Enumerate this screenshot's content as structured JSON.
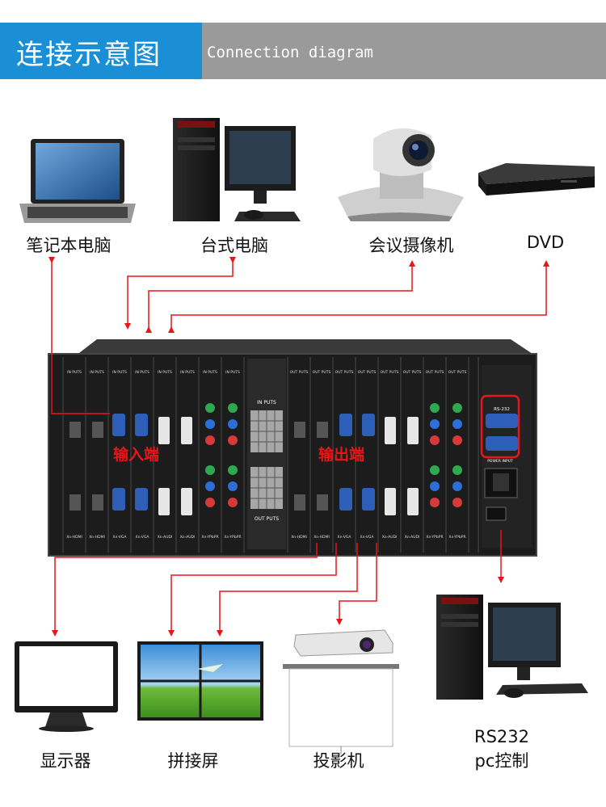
{
  "header": {
    "title_cn": "连接示意图",
    "title_en": "Connection diagram"
  },
  "inputs": {
    "laptop": "笔记本电脑",
    "desktop": "台式电脑",
    "camera": "会议摄像机",
    "dvd": "DVD"
  },
  "chassis": {
    "input_side": "输入端",
    "output_side": "输出端",
    "in_puts": "IN PUTS",
    "out_puts": "OUT PUTS",
    "rs232": "RS-232",
    "power_input": "POWER INPUT",
    "card_labels": [
      "IN PUTS",
      "IN PUTS",
      "IN PUTS",
      "IN PUTS",
      "IN PUTS",
      "IN PUTS",
      "IN PUTS",
      "IN PUTS",
      "OUT PUTS",
      "OUT PUTS",
      "OUT PUTS",
      "OUT PUTS",
      "OUT PUTS",
      "OUT PUTS",
      "OUT PUTS",
      "OUT PUTS"
    ],
    "card_bottom": [
      "Xn-HDMI",
      "Xn-HDMI",
      "Xn-VGA",
      "Xn-VGA",
      "Xn-AUDI",
      "Xn-AUDI",
      "Xn-YPbPR",
      "Xn-YPbPR",
      "Xn-HDMI",
      "Xn-HDMI",
      "Xn-VGA",
      "Xn-VGA",
      "Xn-AUDI",
      "Xn-AUDI",
      "Xn-YPbPR",
      "Xn-YPbPR"
    ]
  },
  "outputs": {
    "monitor": "显示器",
    "videowall": "拼接屏",
    "projector": "投影机",
    "rs232_line1": "RS232",
    "rs232_line2": "pc控制"
  },
  "colors": {
    "accent_blue": "#1a8fd6",
    "header_gray": "#9a9a9a",
    "arrow_red": "#e8151b"
  }
}
